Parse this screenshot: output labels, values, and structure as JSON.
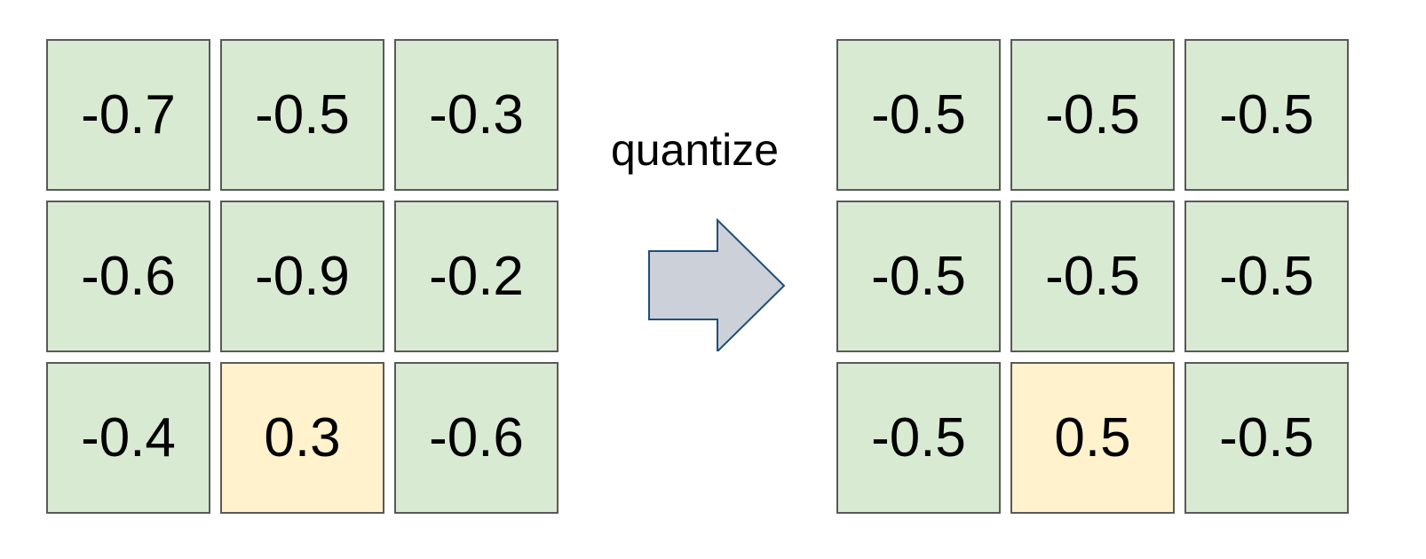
{
  "colors": {
    "normal_cell": "#d9ead3",
    "highlight_cell": "#fff2cc",
    "arrow_fill": "#ccd1d9",
    "arrow_stroke": "#1f4e79"
  },
  "operation": {
    "label": "quantize",
    "icon": "right-arrow-icon"
  },
  "input_grid": {
    "cells": [
      {
        "value": "-0.7",
        "highlight": false
      },
      {
        "value": "-0.5",
        "highlight": false
      },
      {
        "value": "-0.3",
        "highlight": false
      },
      {
        "value": "-0.6",
        "highlight": false
      },
      {
        "value": "-0.9",
        "highlight": false
      },
      {
        "value": "-0.2",
        "highlight": false
      },
      {
        "value": "-0.4",
        "highlight": false
      },
      {
        "value": "0.3",
        "highlight": true
      },
      {
        "value": "-0.6",
        "highlight": false
      }
    ]
  },
  "output_grid": {
    "cells": [
      {
        "value": "-0.5",
        "highlight": false
      },
      {
        "value": "-0.5",
        "highlight": false
      },
      {
        "value": "-0.5",
        "highlight": false
      },
      {
        "value": "-0.5",
        "highlight": false
      },
      {
        "value": "-0.5",
        "highlight": false
      },
      {
        "value": "-0.5",
        "highlight": false
      },
      {
        "value": "-0.5",
        "highlight": false
      },
      {
        "value": "0.5",
        "highlight": true
      },
      {
        "value": "-0.5",
        "highlight": false
      }
    ]
  }
}
